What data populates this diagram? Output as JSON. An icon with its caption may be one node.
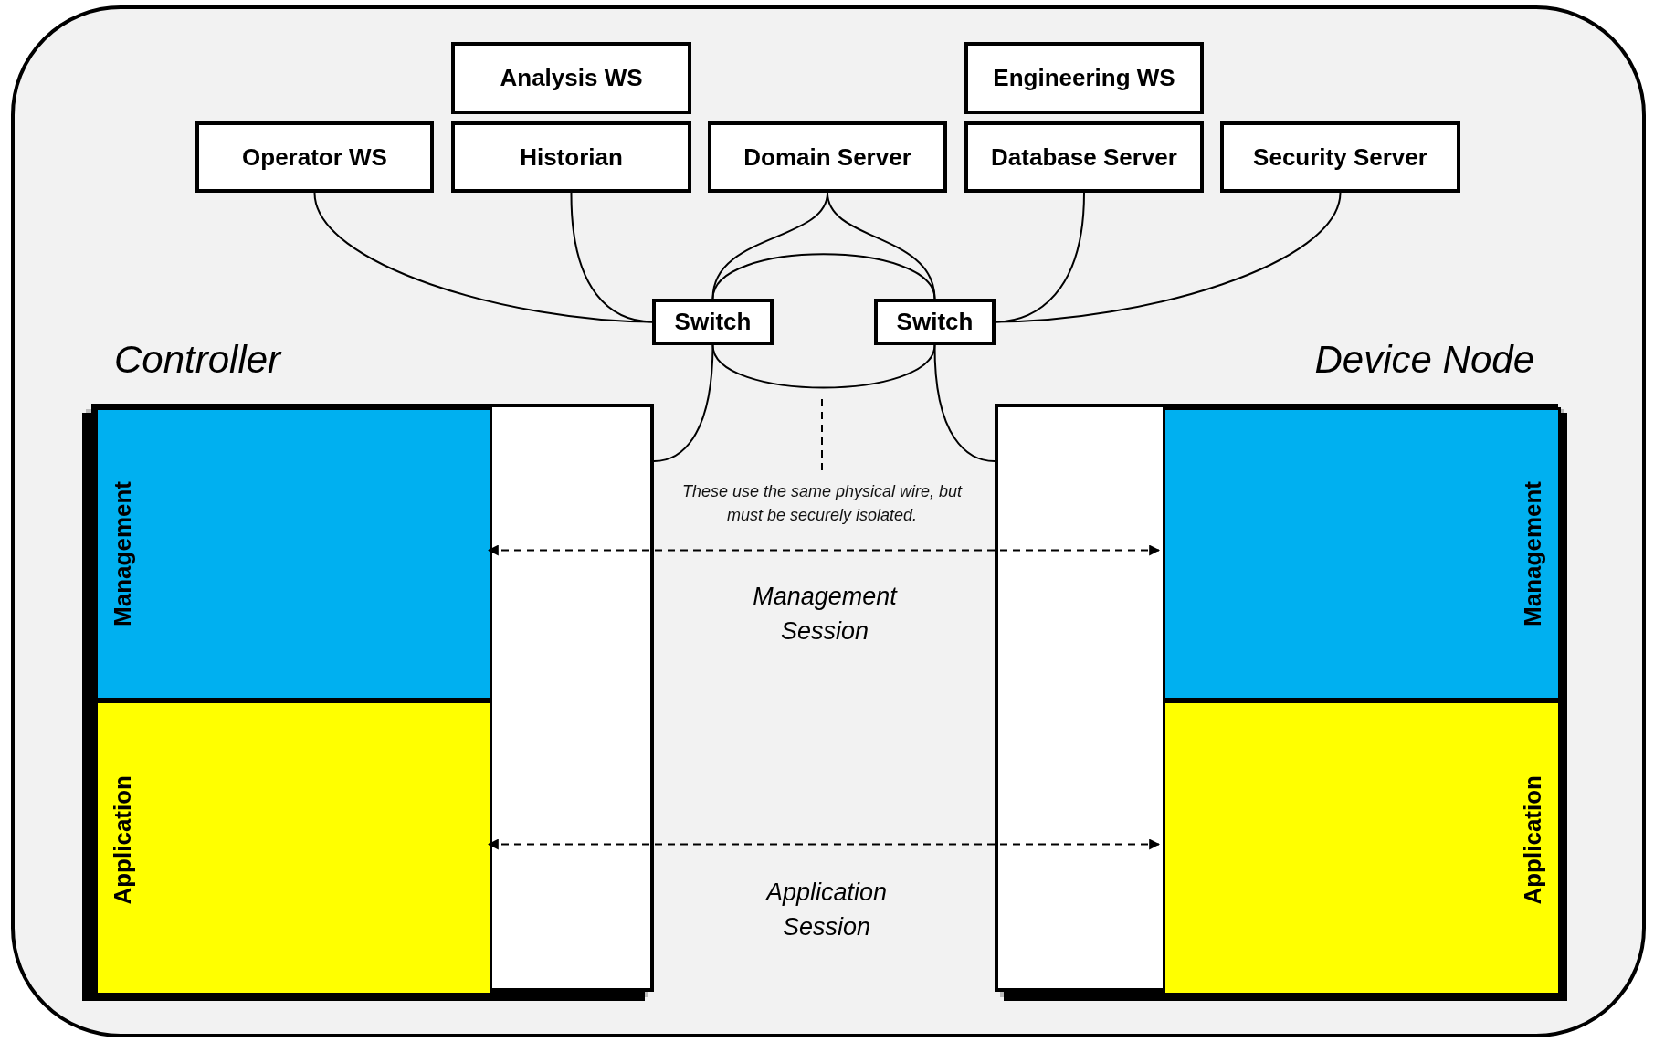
{
  "diagram": {
    "nodes": [
      {
        "text": [
          "Analysis WS"
        ]
      },
      {
        "text": [
          "Engineering WS"
        ]
      },
      {
        "text": [
          "Operator WS"
        ]
      },
      {
        "text": [
          "Historian"
        ]
      },
      {
        "text": [
          "Domain Server"
        ]
      },
      {
        "text": [
          "Database Server"
        ]
      },
      {
        "text": [
          "Security Server"
        ]
      },
      {
        "text": [
          "Switch"
        ]
      },
      {
        "text": [
          "Switch"
        ]
      },
      {
        "text": [
          "Controller"
        ]
      },
      {
        "text": [
          "Management"
        ],
        "in": 9
      },
      {
        "text": [
          "Application"
        ],
        "in": 9
      },
      {
        "text": [
          "Device Node"
        ]
      },
      {
        "text": [
          "Management"
        ],
        "in": 12
      },
      {
        "text": [
          "Application"
        ],
        "in": 12
      },
      {
        "text": [
          "These use the same physical wire, but must be securely isolated."
        ]
      }
    ],
    "edges": [
      {
        "from": 2,
        "to": 7,
        "arrow": "none"
      },
      {
        "from": 3,
        "to": 7,
        "arrow": "none"
      },
      {
        "from": 4,
        "to": 7,
        "arrow": "none"
      },
      {
        "from": 4,
        "to": 8,
        "arrow": "none"
      },
      {
        "from": 5,
        "to": 8,
        "arrow": "none"
      },
      {
        "from": 6,
        "to": 8,
        "arrow": "none"
      },
      {
        "from": 7,
        "to": 8,
        "arrow": "none"
      },
      {
        "from": 7,
        "to": 8,
        "arrow": "none"
      },
      {
        "from": 7,
        "to": 9,
        "arrow": "none"
      },
      {
        "from": 8,
        "to": 12,
        "arrow": "none"
      },
      {
        "from": 10,
        "to": 13,
        "arrow": "both",
        "style": "dashed",
        "label": "Management Session"
      },
      {
        "from": 11,
        "to": 14,
        "arrow": "both",
        "style": "dashed",
        "label": "Application Session"
      },
      {
        "from": 15,
        "to": null,
        "arrow": "none",
        "style": "dashed"
      }
    ]
  }
}
